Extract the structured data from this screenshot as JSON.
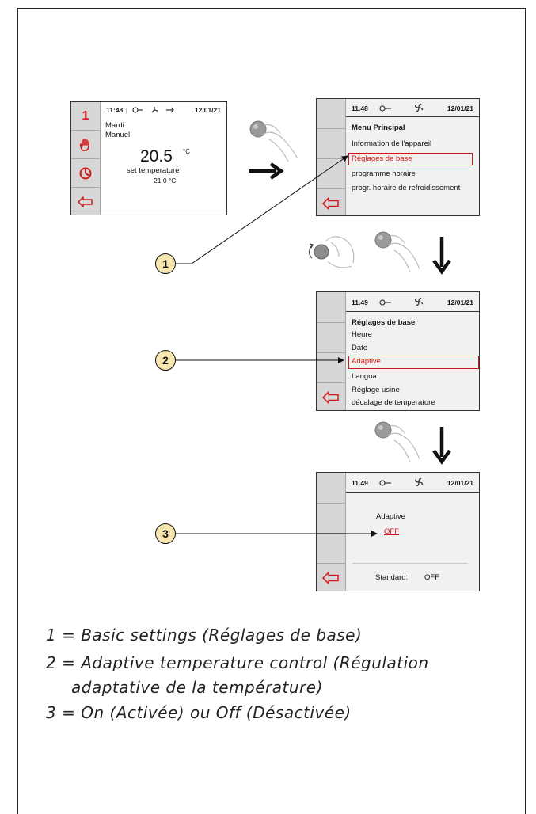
{
  "screen1": {
    "time": "11:48",
    "date": "12/01/21",
    "side_number": "1",
    "day": "Mardi",
    "mode": "Manuel",
    "temperature": "20.5",
    "temperature_unit": "°C",
    "set_label": "set temperature",
    "set_value": "21.0 °C"
  },
  "screen2": {
    "time": "11.48",
    "date": "12/01/21",
    "title": "Menu Principal",
    "items": [
      "Information de l'appareil",
      "Réglages de base",
      "programme horaire",
      "progr. horaire de refroidissement"
    ],
    "selected_index": 1
  },
  "screen3": {
    "time": "11.49",
    "date": "12/01/21",
    "title": "Réglages de base",
    "items": [
      "Heure",
      "Date",
      "Adaptive",
      "Langua",
      "Réglage usine",
      "décalage de temperature"
    ],
    "selected_index": 2
  },
  "screen4": {
    "time": "11.49",
    "date": "12/01/21",
    "label": "Adaptive",
    "value": "OFF",
    "standard_label": "Standard:",
    "standard_value": "OFF"
  },
  "callouts": [
    "1",
    "2",
    "3"
  ],
  "legend": [
    "1  = Basic settings (Réglages de base)",
    "2  = Adaptive temperature control (Régulation",
    "adaptative de la température)",
    "3  = On (Activée) ou Off (Désactivée)"
  ],
  "colors": {
    "accent_red": "#d01818",
    "callout_fill": "#f7e6b0",
    "panel_gray": "#d7d7d7"
  },
  "icons": [
    "hand-icon",
    "clock-icon",
    "back-arrow-icon",
    "fan-icon",
    "key-icon",
    "knob-press-icon",
    "knob-rotate-icon",
    "arrow-right-icon",
    "arrow-down-icon"
  ]
}
